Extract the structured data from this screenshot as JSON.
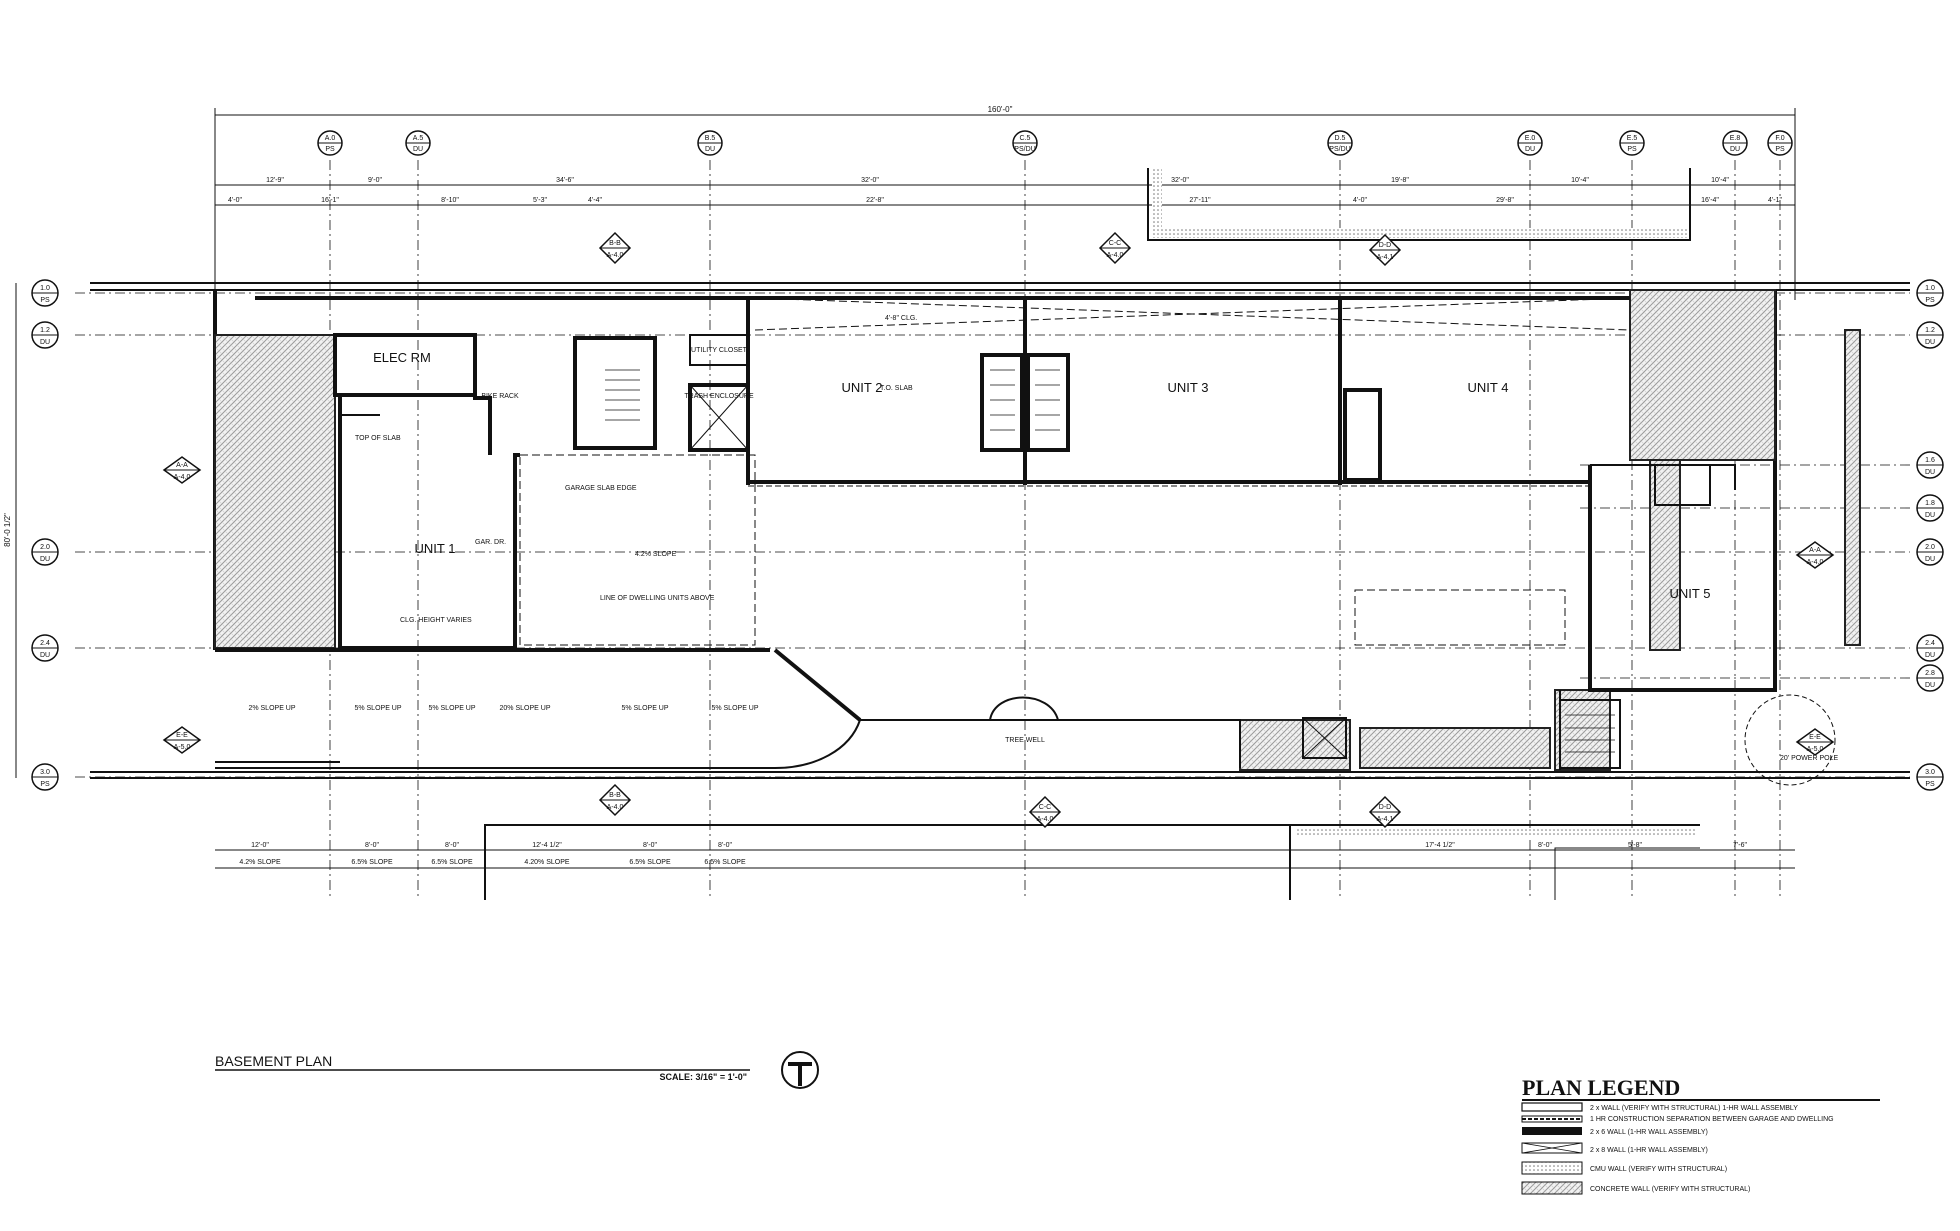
{
  "sheet": {
    "title": "BASEMENT PLAN",
    "scale": "SCALE: 3/16\" = 1'-0\"",
    "overall_width_dim": "160'-0\"",
    "overall_height_dim": "80'-0 1/2\""
  },
  "rooms": {
    "elec": "ELEC RM",
    "unit1": "UNIT 1",
    "unit2": "UNIT 2",
    "unit3": "UNIT 3",
    "unit4": "UNIT 4",
    "unit5": "UNIT 5",
    "bike": "BIKE RACK",
    "trash": "TRASH ENCLOSURE",
    "utility": "UTILITY CLOSET",
    "tree": "TREE WELL"
  },
  "notes": {
    "line_dwelling": "LINE OF DWELLING UNITS ABOVE",
    "garage_slab": "GARAGE SLAB EDGE",
    "top_slab": "TOP OF SLAB",
    "to_slab": "T.O. SLAB",
    "clg_height": "CLG. HEIGHT VARIES",
    "slope_428": "4.2% SLOPE",
    "gar_dr": "GAR. DR.",
    "power_pole": "20' POWER POLE",
    "ceiling": "4'-8\" CLG."
  },
  "grid_top": [
    {
      "id": "A.0",
      "sub": "PS"
    },
    {
      "id": "A.5",
      "sub": "DU"
    },
    {
      "id": "B.5",
      "sub": "DU"
    },
    {
      "id": "C.5",
      "sub": "PS/DU"
    },
    {
      "id": "D.5",
      "sub": "PS/DU"
    },
    {
      "id": "E.0",
      "sub": "DU"
    },
    {
      "id": "E.5",
      "sub": "PS"
    },
    {
      "id": "E.8",
      "sub": "DU"
    },
    {
      "id": "F.0",
      "sub": "PS"
    }
  ],
  "grid_left": [
    {
      "id": "1.0",
      "sub": "PS"
    },
    {
      "id": "1.2",
      "sub": "DU"
    },
    {
      "id": "2.0",
      "sub": "DU"
    },
    {
      "id": "2.4",
      "sub": "DU"
    },
    {
      "id": "3.0",
      "sub": "PS"
    }
  ],
  "grid_right": [
    {
      "id": "1.0",
      "sub": "PS"
    },
    {
      "id": "1.2",
      "sub": "DU"
    },
    {
      "id": "1.6",
      "sub": "DU"
    },
    {
      "id": "1.8",
      "sub": "DU"
    },
    {
      "id": "2.0",
      "sub": "DU"
    },
    {
      "id": "2.4",
      "sub": "DU"
    },
    {
      "id": "2.8",
      "sub": "DU"
    },
    {
      "id": "3.0",
      "sub": "PS"
    }
  ],
  "section_marks": [
    {
      "id": "A-A",
      "sheet": "A-4.0"
    },
    {
      "id": "B-B",
      "sheet": "A-4.0"
    },
    {
      "id": "C-C",
      "sheet": "A-4.0"
    },
    {
      "id": "D-D",
      "sheet": "A-4.1"
    },
    {
      "id": "E-E",
      "sheet": "A-5.0"
    }
  ],
  "dims_top_row1": [
    "12'-9\"",
    "9'-0\"",
    "34'-6\"",
    "32'-0\"",
    "32'-0\"",
    "19'-8\"",
    "10'-4\"",
    "10'-4\""
  ],
  "dims_top_row2": [
    "4'-0\"",
    "16'-1\"",
    "8'-10\"",
    "5'-3\"",
    "4'-4\"",
    "22'-8\"",
    "27'-11\"",
    "4'-0\"",
    "29'-8\"",
    "16'-4\"",
    "4'-1\""
  ],
  "dims_bottom": [
    "12'-0\"",
    "8'-0\"",
    "8'-0\"",
    "12'-4 1/2\"",
    "8'-0\"",
    "8'-0\"",
    "17'-4 1/2\"",
    "8'-0\"",
    "5'-8\"",
    "7'-6\""
  ],
  "slopes_bottom": [
    "4.2% SLOPE",
    "6.5% SLOPE",
    "6.5% SLOPE",
    "4.20% SLOPE",
    "6.5% SLOPE",
    "6.5% SLOPE"
  ],
  "slopes_up": [
    "2% SLOPE UP",
    "5% SLOPE UP",
    "5% SLOPE UP",
    "20% SLOPE UP",
    "5% SLOPE UP",
    "5% SLOPE UP"
  ],
  "legend": {
    "title": "PLAN LEGEND",
    "items": [
      "2 x WALL (VERIFY WITH STRUCTURAL) 1-HR WALL ASSEMBLY",
      "1 HR CONSTRUCTION SEPARATION BETWEEN GARAGE AND DWELLING",
      "2 x 6 WALL (1-HR WALL ASSEMBLY)",
      "2 x 8 WALL (1-HR WALL ASSEMBLY)",
      "CMU WALL (VERIFY WITH STRUCTURAL)",
      "CONCRETE WALL (VERIFY WITH STRUCTURAL)"
    ]
  }
}
